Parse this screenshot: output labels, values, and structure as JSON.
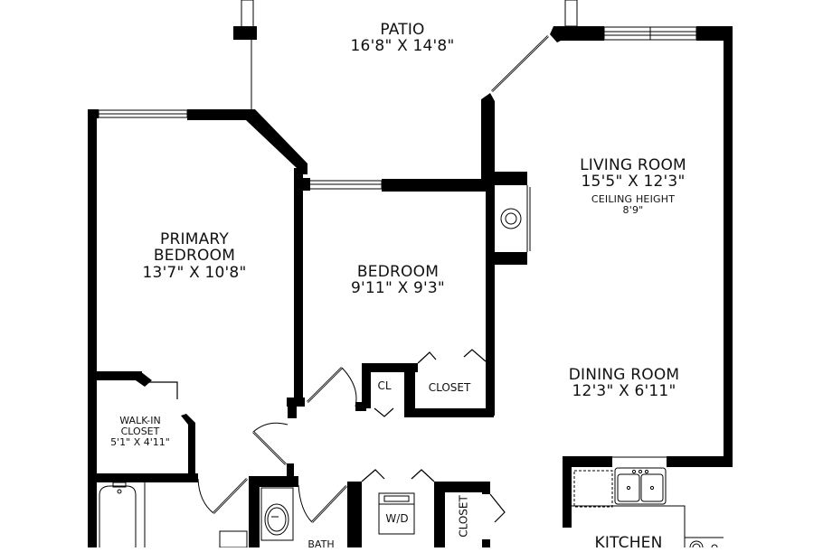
{
  "plan": {
    "colors": {
      "wall": "#000000",
      "background": "#ffffff",
      "text": "#111111"
    },
    "rooms": {
      "patio": {
        "name": "PATIO",
        "size": "16'8\" X 14'8\""
      },
      "living": {
        "name": "LIVING ROOM",
        "size": "15'5\" X 12'3\"",
        "note": "CEILING HEIGHT",
        "note_value": "8'9\""
      },
      "primary": {
        "name_line1": "PRIMARY",
        "name_line2": "BEDROOM",
        "size": "13'7\" X 10'8\""
      },
      "bedroom": {
        "name": "BEDROOM",
        "size": "9'11\" X 9'3\""
      },
      "dining": {
        "name": "DINING ROOM",
        "size": "12'3\" X 6'11\""
      },
      "walkin": {
        "name_line1": "WALK-IN",
        "name_line2": "CLOSET",
        "size": "5'1\" X 4'11\""
      },
      "cl": {
        "name": "CL"
      },
      "closet": {
        "name": "CLOSET"
      },
      "closet_hall": {
        "name": "CLOSET"
      },
      "wd": {
        "name": "W/D"
      },
      "bath": {
        "name": "BATH"
      },
      "kitchen": {
        "name": "KITCHEN"
      }
    },
    "fixtures": [
      "fireplace-icon",
      "bathtub-icon",
      "sink-icon",
      "washer-dryer-icon",
      "double-sink-icon",
      "range-icon",
      "dishwasher-icon"
    ]
  }
}
